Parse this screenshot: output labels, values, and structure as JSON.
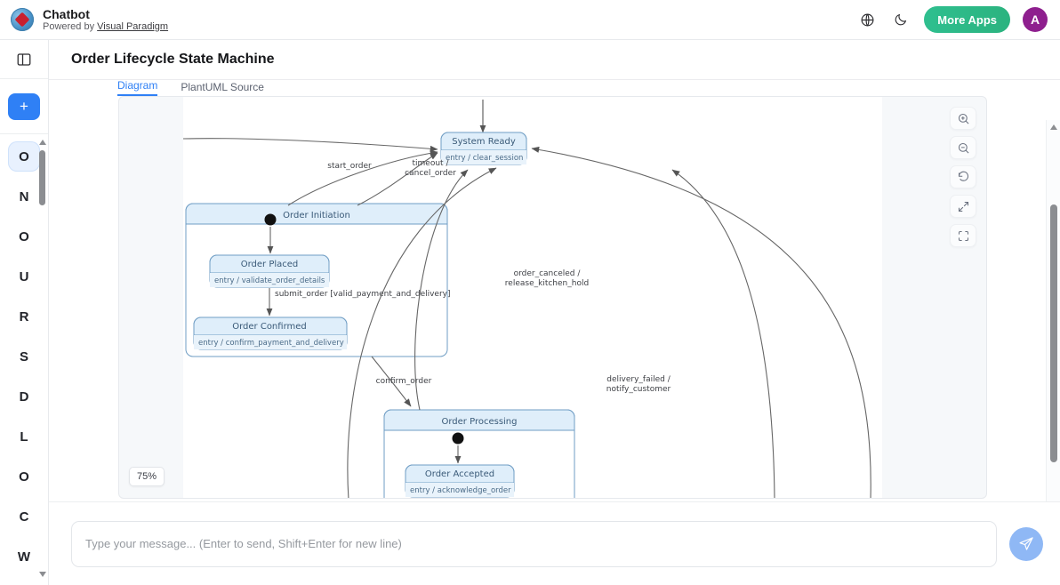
{
  "app": {
    "title": "Chatbot",
    "powered_prefix": "Powered by",
    "powered_link": "Visual Paradigm",
    "logo_icon": "visual-paradigm-globe-logo"
  },
  "topbar": {
    "language_icon": "globe-icon",
    "theme_icon": "moon-icon",
    "more_apps_label": "More Apps",
    "avatar_initial": "A",
    "avatar_color": "#8e1f8e",
    "more_apps_color": "#2bb37f"
  },
  "rail": {
    "toggle_icon": "panel-toggle-icon",
    "new_chat_label": "+",
    "new_chat_color": "#2f80f5",
    "items": [
      {
        "label": "O",
        "active": true
      },
      {
        "label": "N",
        "active": false
      },
      {
        "label": "O",
        "active": false
      },
      {
        "label": "U",
        "active": false
      },
      {
        "label": "R",
        "active": false
      },
      {
        "label": "S",
        "active": false
      },
      {
        "label": "D",
        "active": false
      },
      {
        "label": "L",
        "active": false
      },
      {
        "label": "O",
        "active": false
      },
      {
        "label": "C",
        "active": false
      },
      {
        "label": "W",
        "active": false
      }
    ]
  },
  "header": {
    "page_title": "Order Lifecycle State Machine"
  },
  "tabs": [
    {
      "label": "Diagram",
      "active": true
    },
    {
      "label": "PlantUML Source",
      "active": false
    }
  ],
  "viewer": {
    "zoom_level": "75%",
    "tools": [
      {
        "name": "zoom-in-icon",
        "label": "Zoom In"
      },
      {
        "name": "zoom-out-icon",
        "label": "Zoom Out"
      },
      {
        "name": "reset-zoom-icon",
        "label": "Reset"
      },
      {
        "name": "fullscreen-icon",
        "label": "Fullscreen"
      },
      {
        "name": "fit-screen-icon",
        "label": "Fit to Screen"
      }
    ]
  },
  "composer": {
    "placeholder": "Type your message... (Enter to send, Shift+Enter for new line)",
    "value": "",
    "send_icon": "send-paper-plane-icon",
    "send_color": "#8fb8f5"
  },
  "diagram": {
    "type": "state-machine",
    "title": "Order Lifecycle State Machine",
    "states": [
      {
        "id": "system_ready",
        "name": "System Ready",
        "entry": "entry / clear_session"
      },
      {
        "id": "order_initiation",
        "name": "Order Initiation",
        "composite": true
      },
      {
        "id": "order_placed",
        "name": "Order Placed",
        "entry": "entry / validate_order_details",
        "parent": "order_initiation"
      },
      {
        "id": "order_confirmed",
        "name": "Order Confirmed",
        "entry": "entry / confirm_payment_and_delivery",
        "parent": "order_initiation"
      },
      {
        "id": "order_processing",
        "name": "Order Processing",
        "composite": true
      },
      {
        "id": "order_accepted",
        "name": "Order Accepted",
        "entry": "entry / acknowledge_order",
        "parent": "order_processing"
      }
    ],
    "transitions": [
      {
        "from": "order_initiation",
        "to": "system_ready",
        "label": "start_order"
      },
      {
        "from": "order_initiation",
        "to": "system_ready",
        "label": "timeout /\ncancel_order"
      },
      {
        "from": "order_placed",
        "to": "order_confirmed",
        "label": "submit_order [valid_payment_and_delivery]"
      },
      {
        "from": "order_initiation",
        "to": "order_processing",
        "label": "confirm_order"
      },
      {
        "from": "order_processing",
        "to": "system_ready",
        "label": "order_canceled /\nrelease_kitchen_hold"
      },
      {
        "from": "order_processing",
        "to": "system_ready",
        "label": "delivery_failed /\nnotify_customer"
      }
    ],
    "labels": {
      "start_order": "start_order",
      "timeout_l1": "timeout /",
      "timeout_l2": "cancel_order",
      "submit_order": "submit_order [valid_payment_and_delivery]",
      "confirm_order": "confirm_order",
      "canceled_l1": "order_canceled /",
      "canceled_l2": "release_kitchen_hold",
      "delivery_l1": "delivery_failed /",
      "delivery_l2": "notify_customer"
    }
  }
}
